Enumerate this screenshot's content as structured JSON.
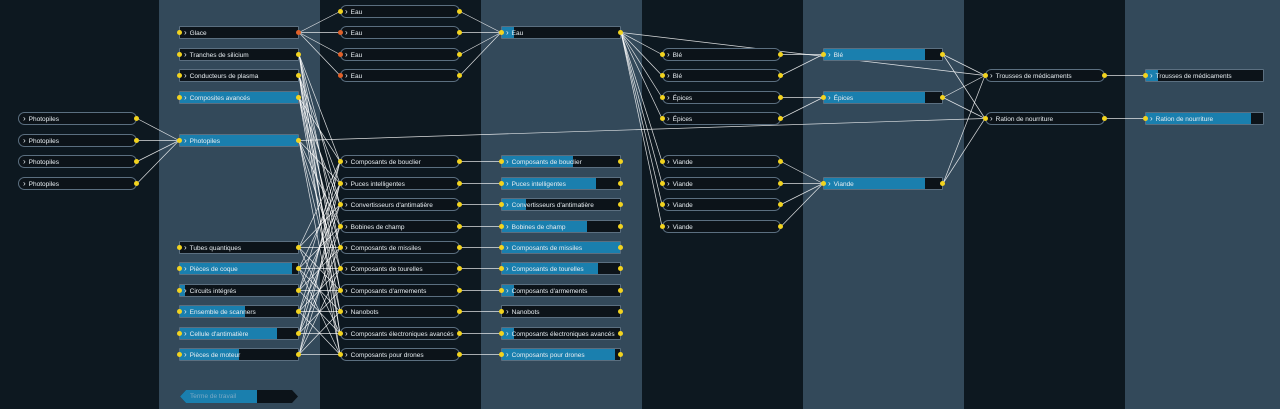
{
  "colors": {
    "wire": "#ffffff",
    "connector": "#f2d31f",
    "connector_alt": "#e0612a",
    "fill": "#1a7fae",
    "node_bg": "#0c1319",
    "border": "#5b6f80"
  },
  "icons": {
    "node_prefix": "chevron-right-icon"
  },
  "columns": [
    {
      "style": "pill",
      "nodes": [
        {
          "id": "c0a",
          "label": "Photopiles",
          "fill": 0
        },
        {
          "id": "c0b",
          "label": "Photopiles",
          "fill": 0
        },
        {
          "id": "c0c",
          "label": "Photopiles",
          "fill": 0
        },
        {
          "id": "c0d",
          "label": "Photopiles",
          "fill": 0
        }
      ]
    },
    {
      "style": "box",
      "nodes": [
        {
          "id": "c1a",
          "label": "Glace",
          "fill": 0
        },
        {
          "id": "c1b",
          "label": "Tranches de silicium",
          "fill": 0
        },
        {
          "id": "c1c",
          "label": "Conducteurs de plasma",
          "fill": 0
        },
        {
          "id": "c1d",
          "label": "Composites avancés",
          "fill": 1
        },
        {
          "id": "c1e",
          "label": "Photopiles",
          "fill": 1
        },
        {
          "id": "c1f",
          "label": "Tubes quantiques",
          "fill": 0
        },
        {
          "id": "c1g",
          "label": "Pièces de coque",
          "fill": 0.95
        },
        {
          "id": "c1h",
          "label": "Circuits intégrés",
          "fill": 0.04
        },
        {
          "id": "c1i",
          "label": "Ensemble de scanners",
          "fill": 0.55
        },
        {
          "id": "c1j",
          "label": "Cellule d'antimatière",
          "fill": 0.82
        },
        {
          "id": "c1k",
          "label": "Pièces de moteur",
          "fill": 0.5
        }
      ]
    },
    {
      "style": "pill",
      "nodes": [
        {
          "id": "c2a",
          "label": "Eau",
          "fill": 0
        },
        {
          "id": "c2b",
          "label": "Eau",
          "fill": 0
        },
        {
          "id": "c2c",
          "label": "Eau",
          "fill": 0
        },
        {
          "id": "c2d",
          "label": "Eau",
          "fill": 0
        },
        {
          "id": "c2e",
          "label": "Composants de bouclier",
          "fill": 0
        },
        {
          "id": "c2f",
          "label": "Puces intelligentes",
          "fill": 0
        },
        {
          "id": "c2g",
          "label": "Convertisseurs d'antimatière",
          "fill": 0
        },
        {
          "id": "c2h",
          "label": "Bobines de champ",
          "fill": 0
        },
        {
          "id": "c2i",
          "label": "Composants de missiles",
          "fill": 0
        },
        {
          "id": "c2j",
          "label": "Composants de tourelles",
          "fill": 0
        },
        {
          "id": "c2k",
          "label": "Composants d'armements",
          "fill": 0
        },
        {
          "id": "c2l",
          "label": "Nanobots",
          "fill": 0
        },
        {
          "id": "c2m",
          "label": "Composants électroniques avancés",
          "fill": 0
        },
        {
          "id": "c2n",
          "label": "Composants pour drones",
          "fill": 0
        }
      ]
    },
    {
      "style": "box",
      "nodes": [
        {
          "id": "c3a",
          "label": "Eau",
          "fill": 0.1
        },
        {
          "id": "c3b",
          "label": "Composants de bouclier",
          "fill": 0.6
        },
        {
          "id": "c3c",
          "label": "Puces intelligentes",
          "fill": 0.8
        },
        {
          "id": "c3d",
          "label": "Convertisseurs d'antimatière",
          "fill": 0.2
        },
        {
          "id": "c3e",
          "label": "Bobines de champ",
          "fill": 0.72
        },
        {
          "id": "c3f",
          "label": "Composants de missiles",
          "fill": 1
        },
        {
          "id": "c3g",
          "label": "Composants de tourelles",
          "fill": 0.81
        },
        {
          "id": "c3h",
          "label": "Composants d'armements",
          "fill": 0.1
        },
        {
          "id": "c3i",
          "label": "Nanobots",
          "fill": 0
        },
        {
          "id": "c3j",
          "label": "Composants électroniques avancés",
          "fill": 0.1
        },
        {
          "id": "c3k",
          "label": "Composants pour drones",
          "fill": 0.96
        }
      ]
    },
    {
      "style": "pill",
      "nodes": [
        {
          "id": "c4a",
          "label": "Blé",
          "fill": 0
        },
        {
          "id": "c4b",
          "label": "Blé",
          "fill": 0
        },
        {
          "id": "c4c",
          "label": "Épices",
          "fill": 0
        },
        {
          "id": "c4d",
          "label": "Épices",
          "fill": 0
        },
        {
          "id": "c4e",
          "label": "Viande",
          "fill": 0
        },
        {
          "id": "c4f",
          "label": "Viande",
          "fill": 0
        },
        {
          "id": "c4g",
          "label": "Viande",
          "fill": 0
        },
        {
          "id": "c4h",
          "label": "Viande",
          "fill": 0
        }
      ]
    },
    {
      "style": "box",
      "nodes": [
        {
          "id": "c5a",
          "label": "Blé",
          "fill": 0.86
        },
        {
          "id": "c5b",
          "label": "Épices",
          "fill": 0.86
        },
        {
          "id": "c5c",
          "label": "Viande",
          "fill": 0.86
        }
      ]
    },
    {
      "style": "pill",
      "nodes": [
        {
          "id": "c6a",
          "label": "Trousses de médicaments",
          "fill": 0
        },
        {
          "id": "c6b",
          "label": "Ration de nourriture",
          "fill": 0
        }
      ]
    },
    {
      "style": "box",
      "nodes": [
        {
          "id": "c7a",
          "label": "Trousses de médicaments",
          "fill": 0.1
        },
        {
          "id": "c7b",
          "label": "Ration de nourriture",
          "fill": 0.9
        }
      ]
    }
  ],
  "footer_button": {
    "label": "Terme de travail",
    "fill": 0.65
  }
}
